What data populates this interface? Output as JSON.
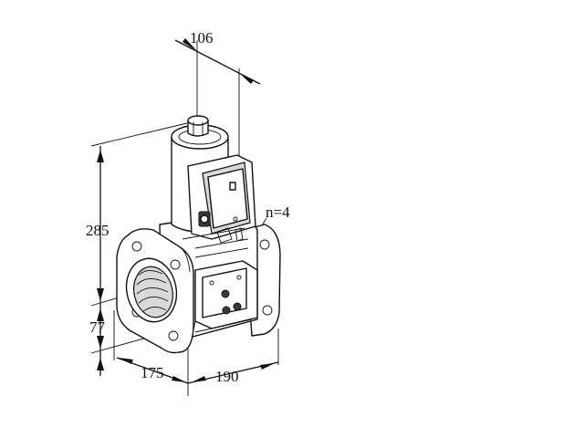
{
  "dimensions": {
    "top_width": "106",
    "height_upper": "285",
    "height_lower": "77",
    "depth": "175",
    "width": "190",
    "bolt_count": "n=4"
  }
}
